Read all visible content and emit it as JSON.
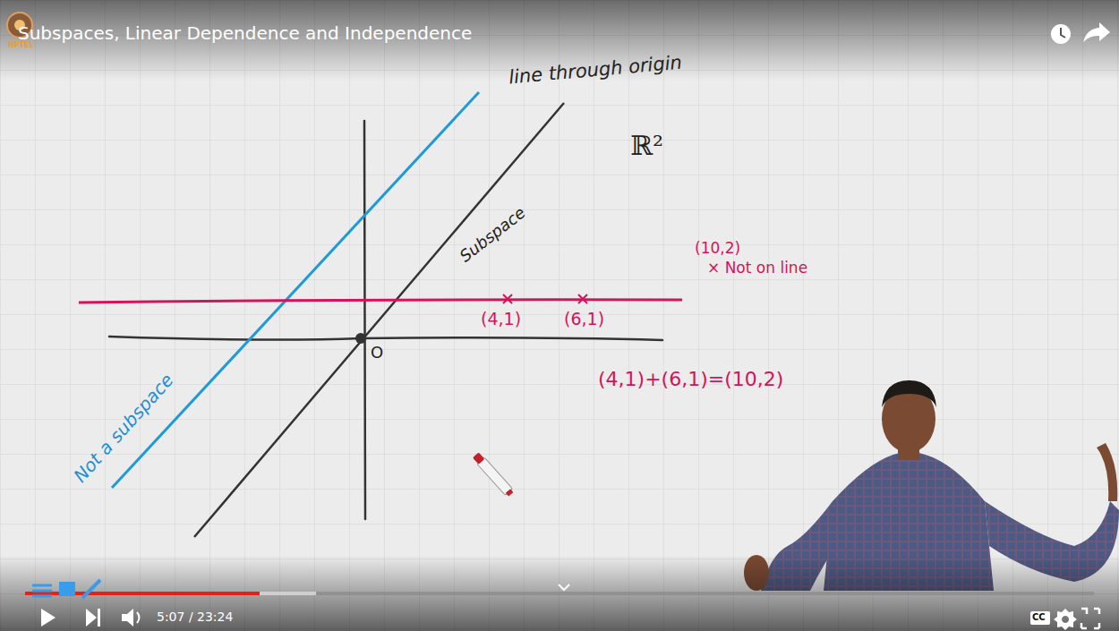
{
  "diagram": {
    "title": "Subspaces, Linear Dependence and Independence",
    "labels": [
      "NPTEL",
      "line through origin",
      "ℝ²",
      "Subspace",
      "Not a subspace",
      "(10,2)",
      "× Not on line",
      "(4,1)",
      "(6,1)",
      "(4,1)+(6,1)=(10,2)",
      "O",
      "5:07 / 23:24",
      "CC"
    ]
  }
}
